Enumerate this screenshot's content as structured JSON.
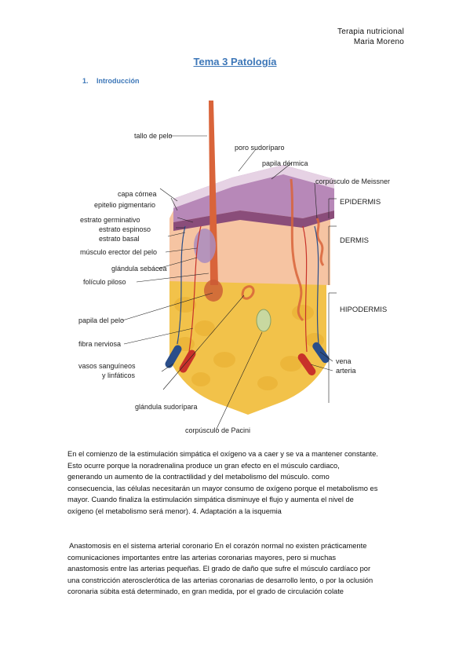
{
  "header": {
    "subject": "Terapia nutricional",
    "author": "Maria Moreno"
  },
  "title": "Tema 3 Patología",
  "section": {
    "number": "1.",
    "label": "Introducción"
  },
  "figure": {
    "labels": {
      "tallo": "tallo de pelo",
      "poro": "poro sudoríparo",
      "papila_dermica": "papila dérmica",
      "meissner": "corpúsculo de Meissner",
      "capa_cornea": "capa córnea",
      "epitelio": "epitelio pigmentario",
      "germinativo": "estrato germinativo",
      "espinoso": "estrato espinoso",
      "basal": "estrato basal",
      "erector": "músculo erector del pelo",
      "sebacea": "glándula sebácea",
      "foliculo": "folículo piloso",
      "papila_pelo": "papila del pelo",
      "fibra": "fibra nerviosa",
      "vasos1": "vasos sanguíneos",
      "vasos2": "y linfáticos",
      "sudoripara": "glándula sudorípara",
      "pacini": "corpúsculo de Pacini",
      "vena": "vena",
      "arteria": "arteria",
      "epidermis": "EPIDERMIS",
      "dermis": "DERMIS",
      "hipodermis": "HIPODERMIS"
    },
    "colors": {
      "fat": "#f2c24a",
      "dermis": "#f6c4a2",
      "epidermis": "#b788b8",
      "hair": "#d9643a",
      "vein": "#2a4e8a",
      "artery": "#c8322a"
    }
  },
  "paragraph1": [
    "En el comienzo de la estimulación simpática el oxígeno va a caer y se va a mantener constante.",
    "Esto ocurre porque la noradrenalina produce un gran efecto en el músculo cardiaco,",
    "generando un aumento de la contractilidad y del metabolismo del músculo. como",
    "consecuencia, las células necesitarán un mayor consumo de oxígeno porque el metabolismo es",
    "mayor. Cuando finaliza la estimulación simpática disminuye el flujo y aumenta el nivel de",
    "oxígeno (el metabolismo será menor). 4. Adaptación a la isquemia"
  ],
  "paragraph2": [
    " Anastomosis en el sistema arterial coronario En el corazón normal no existen prácticamente",
    "comunicaciones importantes entre las arterias coronarias mayores, pero si muchas",
    "anastomosis entre las arterias pequeñas. El grado de daño que sufre el músculo cardíaco por",
    "una constricción aterosclerótica de las arterias coronarias de desarrollo lento, o por la oclusión",
    "coronaria súbita está determinado, en gran medida, por el grado de circulación colate"
  ]
}
